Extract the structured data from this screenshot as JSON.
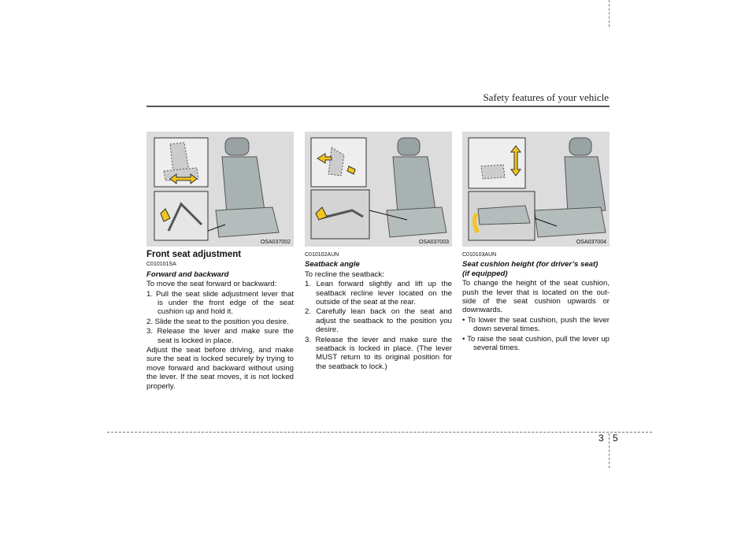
{
  "header": {
    "title": "Safety features of your vehicle"
  },
  "figures": [
    {
      "id": "OSA037002"
    },
    {
      "id": "OSA037003"
    },
    {
      "id": "OSA037004"
    }
  ],
  "col1": {
    "title": "Front seat adjustment",
    "code": "C010101SA",
    "subtitle": "Forward and backward",
    "intro": "To move the seat forward or backward:",
    "steps": [
      "1. Pull the seat slide adjustment lever that is under the front edge of the seat cushion up and hold it.",
      "2. Slide the seat to the position you desire.",
      "3. Release the lever and make sure the seat is locked in place."
    ],
    "note": "Adjust the seat before driving, and make sure the seat is locked securely by trying to move forward and backward without using the lever. If the seat moves, it is not locked properly."
  },
  "col2": {
    "code": "C010102AUN",
    "subtitle": "Seatback angle",
    "intro": "To recline the seatback:",
    "steps": [
      "1. Lean forward slightly and lift up the seatback recline lever located on the outside of the seat at the rear.",
      "2. Carefully lean back on the seat and adjust the seatback to the position you desire.",
      "3. Release the lever and make sure the seatback is locked in place. (The lever MUST return to its original position for the seatback to lock.)"
    ]
  },
  "col3": {
    "code": "C010103AUN",
    "subtitle_line1": "Seat cushion height (for driver’s seat)",
    "subtitle_line2": "(if equipped)",
    "intro": "To change the height of the seat cushion, push the lever that is located on the out-side of the seat cushion upwards or downwards.",
    "bullets": [
      "• To lower the seat cushion, push the lever down several times.",
      "• To raise the seat cushion, pull the lever up several times."
    ]
  },
  "page_number": {
    "chapter": "3",
    "page": "5"
  },
  "colors": {
    "arrow": "#f2c519",
    "figure_bg": "#dcdcdc"
  }
}
